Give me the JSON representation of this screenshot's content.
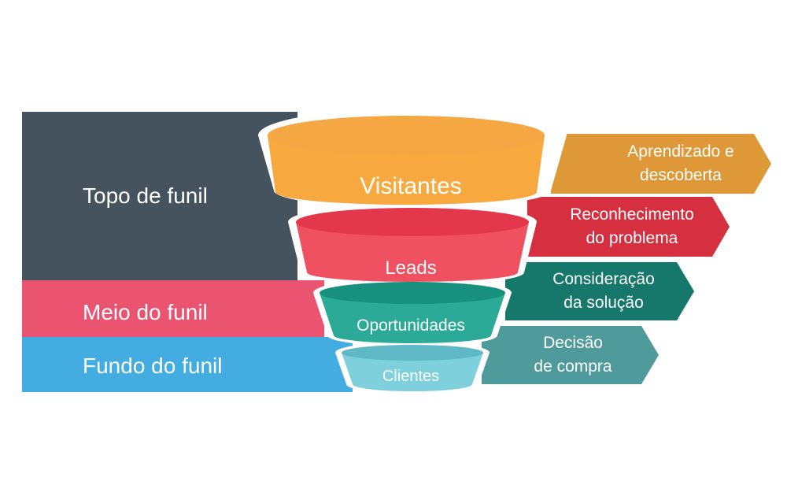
{
  "bands": [
    {
      "label": "Topo de funil",
      "color": "#44535e"
    },
    {
      "label": "Meio do funil",
      "color": "#ea5470"
    },
    {
      "label": "Fundo do funil",
      "color": "#43ace0"
    }
  ],
  "funnel": [
    {
      "label": "Visitantes",
      "top": "#f4a742",
      "side": "#f7a93f",
      "shade": "#f29a2f"
    },
    {
      "label": "Leads",
      "top": "#e3384b",
      "side": "#ef5160",
      "shade": "#e2394b"
    },
    {
      "label": "Oportunidades",
      "top": "#17907d",
      "side": "#2aaa97",
      "shade": "#159582"
    },
    {
      "label": "Clientes",
      "top": "#5fb8c6",
      "side": "#7dd0dc",
      "shade": "#63bccb"
    }
  ],
  "stages": [
    {
      "line1": "Aprendizado e",
      "line2": "descoberta",
      "color": "#df9837"
    },
    {
      "line1": "Reconhecimento",
      "line2": "do problema",
      "color": "#d62f3f"
    },
    {
      "line1": "Consideração",
      "line2": "da solução",
      "color": "#16786b"
    },
    {
      "line1": "Decisão",
      "line2": "de compra",
      "color": "#4f9b9b"
    }
  ]
}
